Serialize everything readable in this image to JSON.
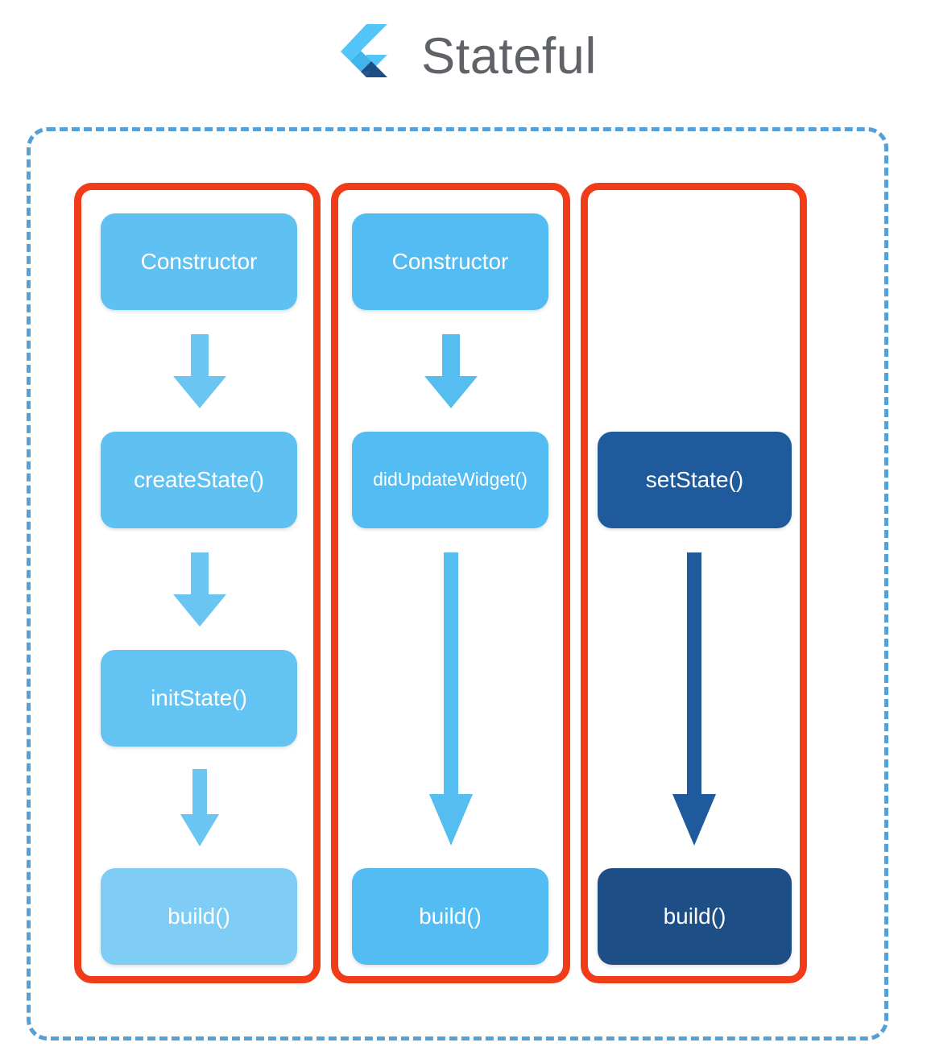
{
  "header": {
    "logo_icon": "flutter-logo-icon",
    "title": "Stateful"
  },
  "colors": {
    "dashed_border": "#55a0d6",
    "column_border": "#f03c18",
    "light_blue": "#5fc1f2",
    "mid_blue": "#53bcf2",
    "pale_blue": "#7fcdf5",
    "dark_blue": "#1f5a9c",
    "darker_blue": "#1d4f86",
    "title_gray": "#5f6368"
  },
  "diagram": {
    "columns": [
      {
        "name": "initial-build-lifecycle",
        "nodes": [
          {
            "label": "Constructor",
            "style": "light"
          },
          {
            "label": "createState()",
            "style": "light"
          },
          {
            "label": "initState()",
            "style": "light"
          },
          {
            "label": "build()",
            "style": "pale"
          }
        ],
        "arrows": [
          "down-thick",
          "down-thick",
          "down-thick"
        ]
      },
      {
        "name": "widget-update-lifecycle",
        "nodes": [
          {
            "label": "Constructor",
            "style": "mid"
          },
          {
            "label": "didUpdateWidget()",
            "style": "mid"
          },
          {
            "label": "build()",
            "style": "mid"
          }
        ],
        "arrows": [
          "down-thick",
          "down-long"
        ]
      },
      {
        "name": "setstate-lifecycle",
        "nodes": [
          {
            "label": "setState()",
            "style": "dark"
          },
          {
            "label": "build()",
            "style": "darker"
          }
        ],
        "arrows": [
          "down-long-dark"
        ]
      }
    ]
  }
}
